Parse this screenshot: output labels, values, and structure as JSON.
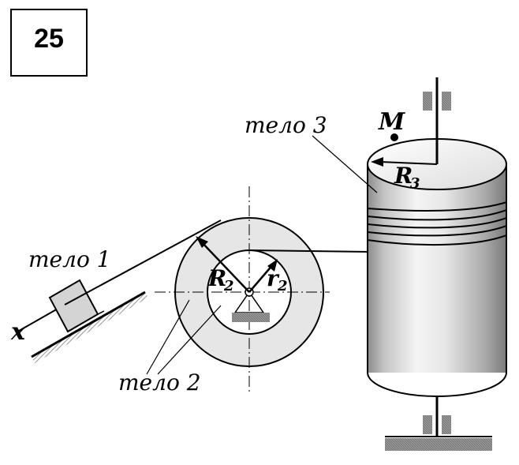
{
  "problem_number": "25",
  "labels": {
    "body1": "тело 1",
    "body2": "тело 2",
    "body3": "тело 3",
    "point_m": "M",
    "axis_x": "x",
    "r_big_main": "R",
    "r_big_sub": "2",
    "r_small_main": "r",
    "r_small_sub": "2",
    "r3_main": "R",
    "r3_sub": "3"
  },
  "colors": {
    "ink": "#000000",
    "pulley_fill": "#e6e6e6",
    "hatch": "#8a8a8a",
    "bearing": "#9a9a9a"
  }
}
